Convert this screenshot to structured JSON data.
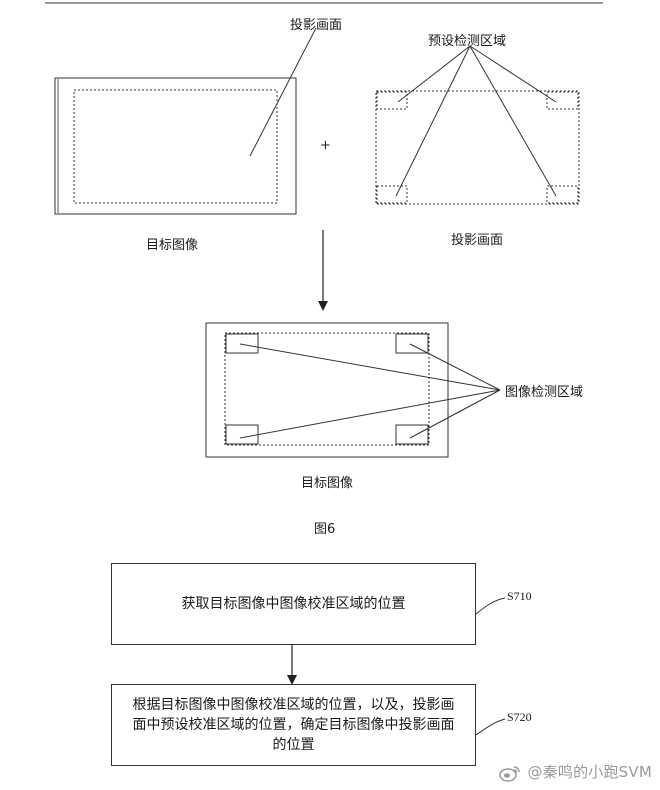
{
  "figure6": {
    "top_left_label": "投影画面",
    "top_right_label": "预设检测区域",
    "plus_sign": "+",
    "caption_left": "目标图像",
    "caption_right": "投影画面",
    "bottom_label": "图像检测区域",
    "caption_bottom": "目标图像",
    "figure_caption": "图6"
  },
  "flowchart": {
    "steps": [
      {
        "text": "获取目标图像中图像校准区域的位置",
        "code": "S710"
      },
      {
        "text": "根据目标图像中图像校准区域的位置，以及，投影画面中预设校准区域的位置，确定目标图像中投影画面的位置",
        "code": "S720"
      }
    ]
  },
  "watermark": {
    "text": "@秦鸣的小跑SVM",
    "color": "#9a9a9a"
  }
}
